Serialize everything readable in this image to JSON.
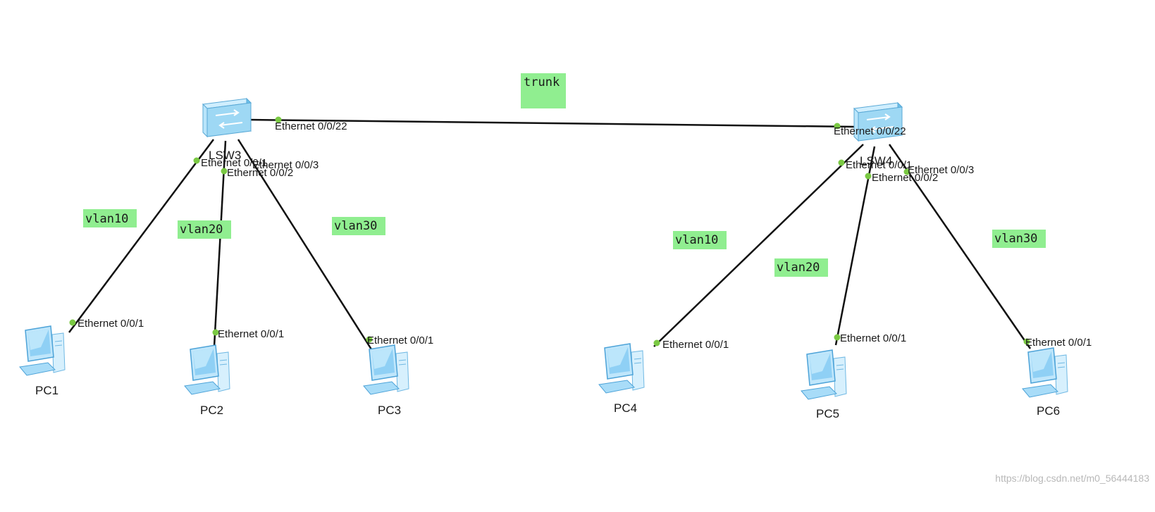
{
  "devices": {
    "lsw3": "LSW3",
    "lsw4": "LSW4",
    "pc1": "PC1",
    "pc2": "PC2",
    "pc3": "PC3",
    "pc4": "PC4",
    "pc5": "PC5",
    "pc6": "PC6"
  },
  "ports": {
    "lsw3_e0_0_22": "Ethernet 0/0/22",
    "lsw3_e0_0_1": "Ethernet 0/0/1",
    "lsw3_e0_0_2": "Ethernet 0/0/2",
    "lsw3_e0_0_3": "Ethernet 0/0/3",
    "lsw4_e0_0_22": "Ethernet 0/0/22",
    "lsw4_e0_0_1": "Ethernet 0/0/1",
    "lsw4_e0_0_2": "Ethernet 0/0/2",
    "lsw4_e0_0_3": "Ethernet 0/0/3",
    "pc1_e0_0_1": "Ethernet 0/0/1",
    "pc2_e0_0_1": "Ethernet 0/0/1",
    "pc3_e0_0_1": "Ethernet 0/0/1",
    "pc4_e0_0_1": "Ethernet 0/0/1",
    "pc5_e0_0_1": "Ethernet 0/0/1",
    "pc6_e0_0_1": "Ethernet 0/0/1"
  },
  "notes": {
    "trunk": "trunk",
    "left_vlan10": "vlan10",
    "left_vlan20": "vlan20",
    "left_vlan30": "vlan30",
    "right_vlan10": "vlan10",
    "right_vlan20": "vlan20",
    "right_vlan30": "vlan30"
  },
  "colors": {
    "link": "#111111",
    "port_dot": "#7ac943",
    "note_bg": "#90ee90",
    "switch_body": "#9ed8f4",
    "pc_body": "#a8dcf8"
  },
  "watermark": "https://blog.csdn.net/m0_56444183"
}
